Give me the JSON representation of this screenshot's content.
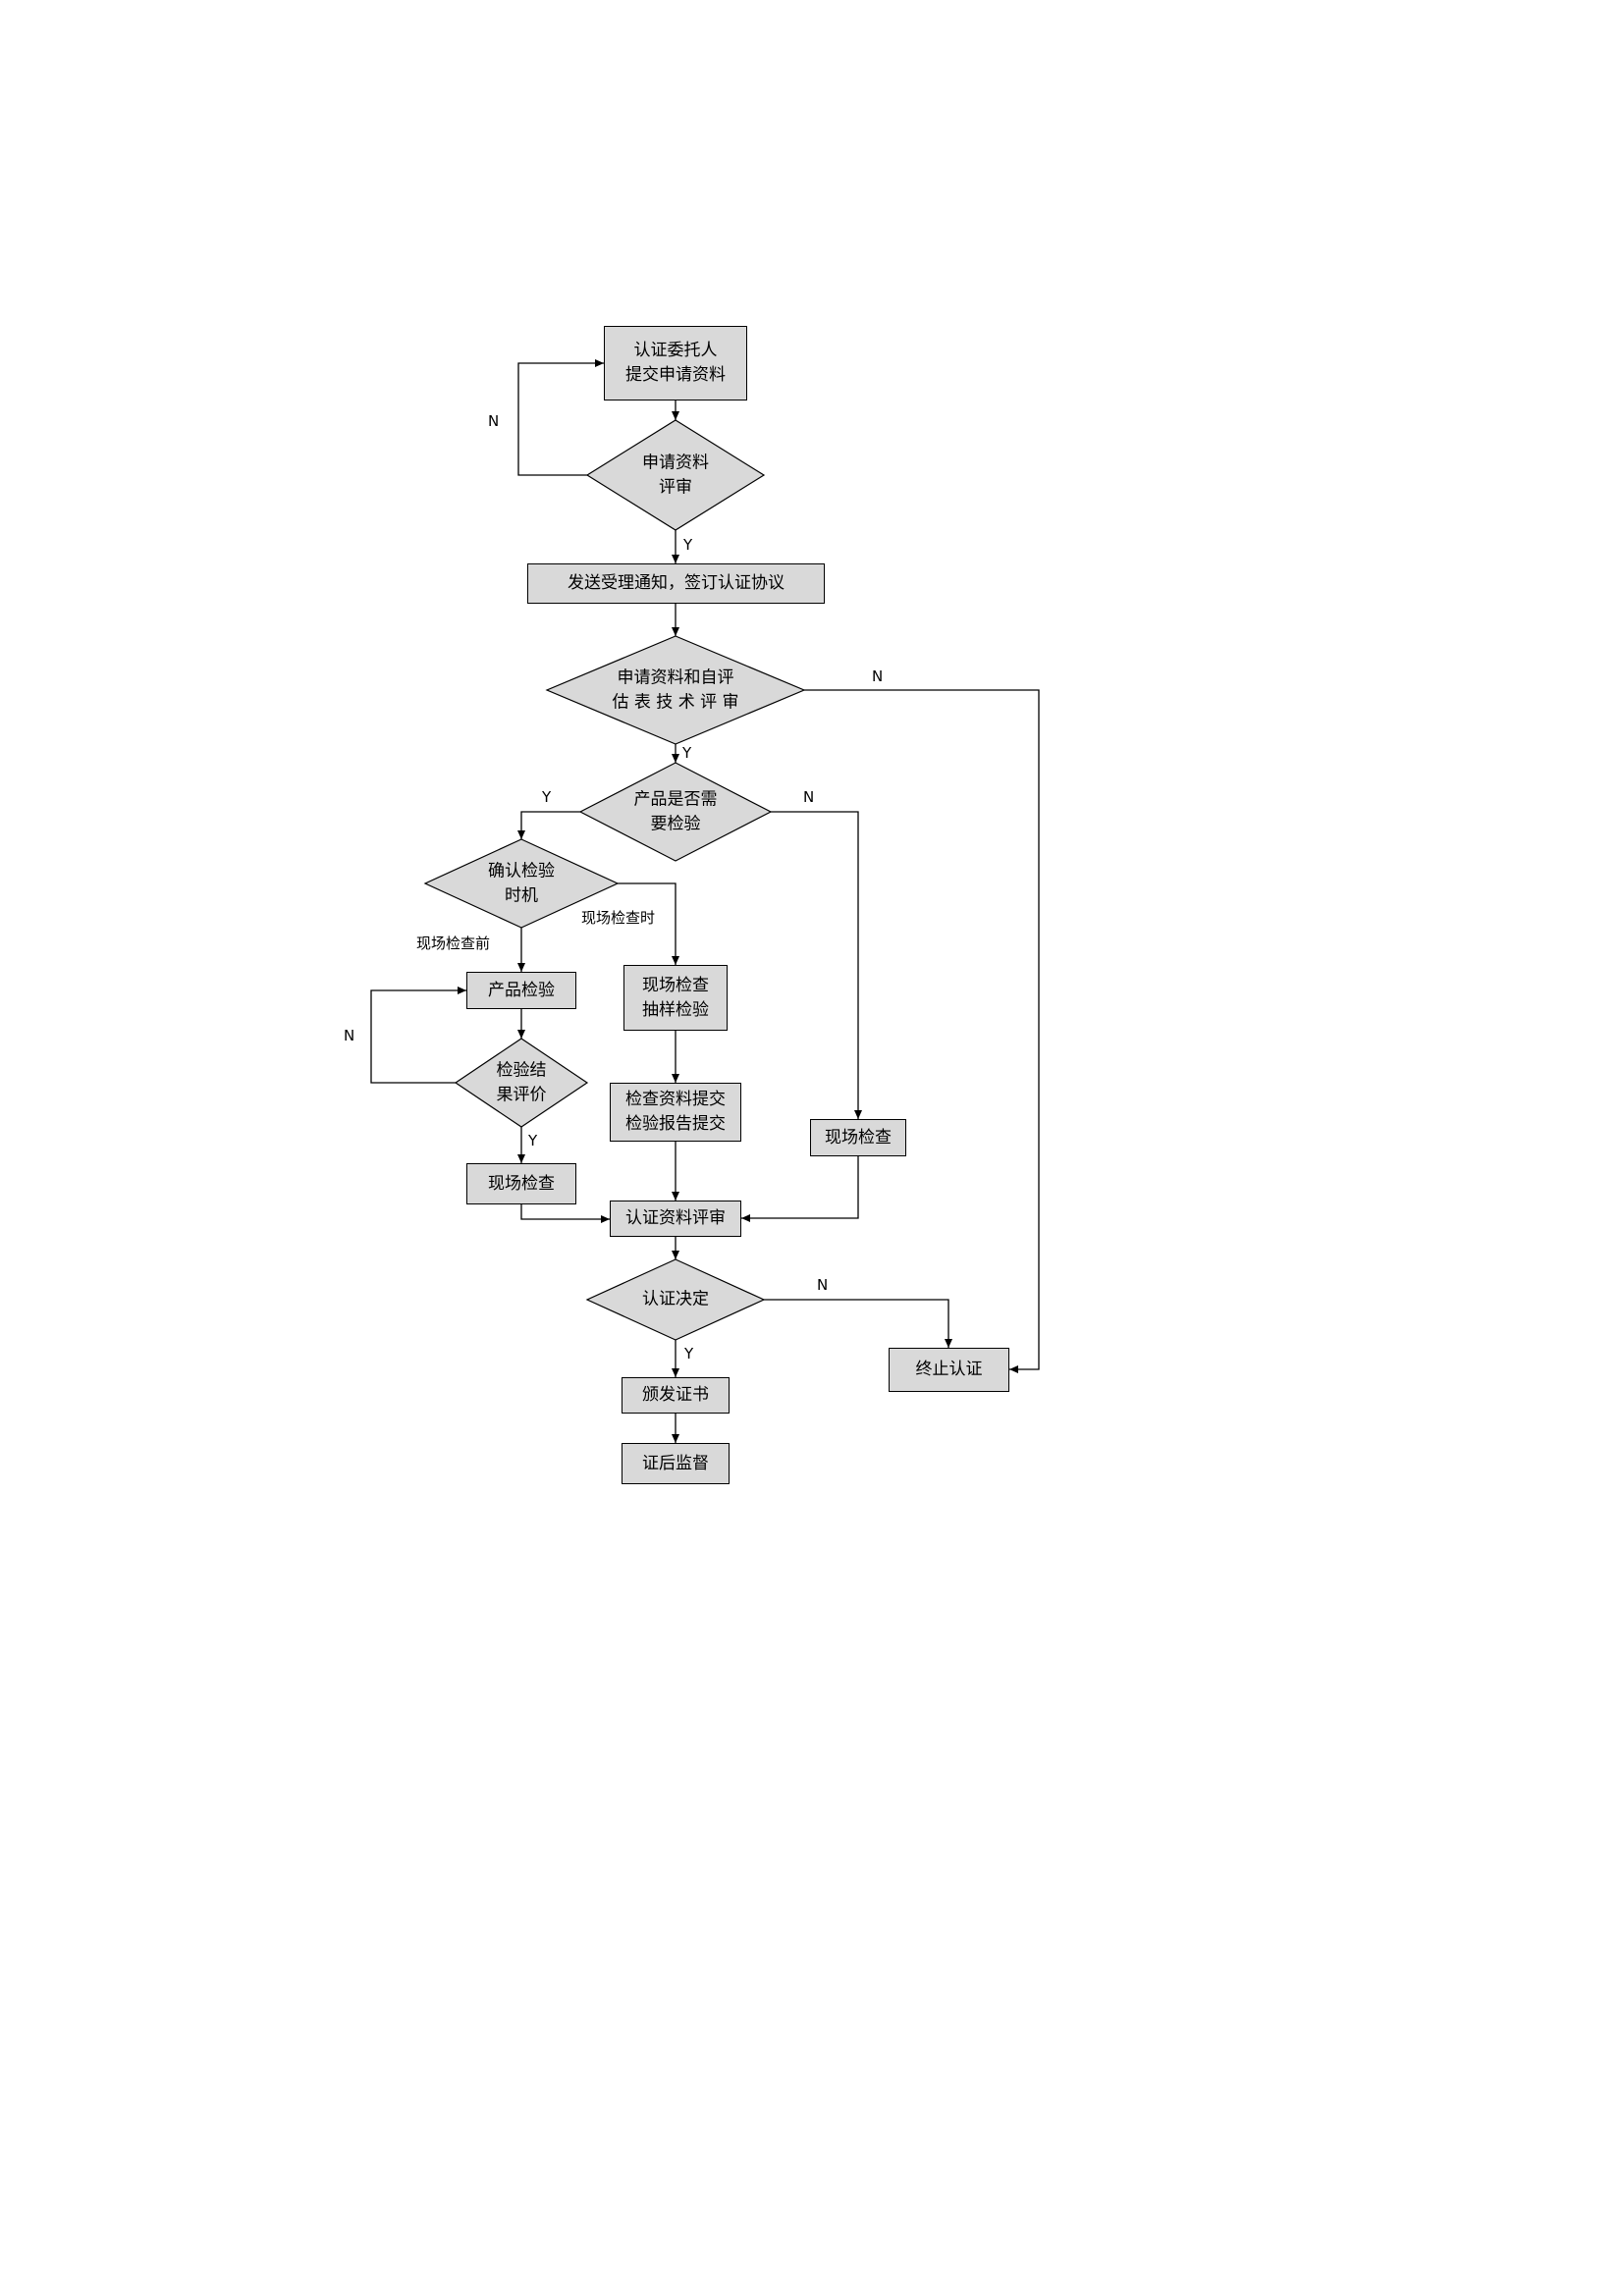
{
  "flowchart": {
    "nodes": {
      "submit": "认证委托人\n提交申请资料",
      "apply_review": "申请资料\n评审",
      "notice": "发送受理通知，签订认证协议",
      "tech_review": "申请资料和自评\n估 表 技 术 评 审",
      "need_inspect": "产品是否需\n要检验",
      "confirm_timing": "确认检验\n时机",
      "product_inspect": "产品检验",
      "result_eval": "检验结\n果评价",
      "onsite_left": "现场检查",
      "sampling": "现场检查\n抽样检验",
      "report": "检查资料提交\n检验报告提交",
      "onsite_right": "现场检查",
      "cert_review": "认证资料评审",
      "cert_decision": "认证决定",
      "issue_cert": "颁发证书",
      "post_cert": "证后监督",
      "terminate": "终止认证"
    },
    "labels": {
      "apply_n": "N",
      "apply_y": "Y",
      "tech_n": "N",
      "tech_y": "Y",
      "need_y": "Y",
      "need_n": "N",
      "before_onsite": "现场检查前",
      "during_onsite": "现场检查时",
      "eval_n": "N",
      "eval_y": "Y",
      "decision_n": "N",
      "decision_y": "Y"
    },
    "colors": {
      "node_fill": "#d9d9d9",
      "node_border": "#000000",
      "line": "#000000",
      "page_bg": "#ffffff"
    }
  }
}
